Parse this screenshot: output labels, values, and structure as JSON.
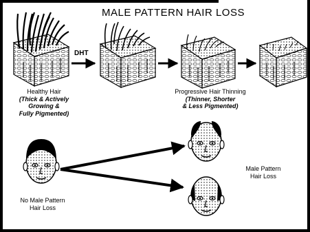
{
  "title": "MALE PATTERN HAIR LOSS",
  "arrow_label": "DHT",
  "captions": {
    "healthy_title": "Healthy Hair",
    "healthy_sub": [
      "(Thick & Actively",
      "Growing &",
      "Fully Pigmented)"
    ],
    "progressive_title": "Progressive Hair Thinning",
    "progressive_sub": [
      "(Thinner, Shorter",
      "& Less Pigmented)"
    ],
    "no_loss": [
      "No Male Pattern",
      "Hair Loss"
    ],
    "male_pattern": [
      "Male Pattern",
      "Hair Loss"
    ]
  }
}
